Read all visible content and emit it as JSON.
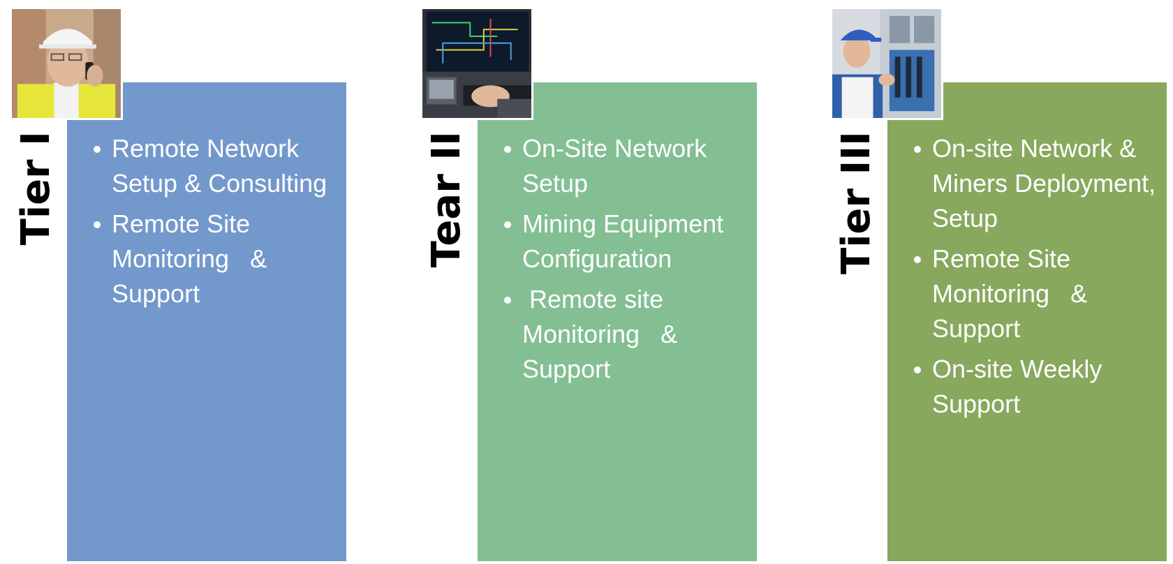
{
  "tiers": [
    {
      "label": "Tier I",
      "items": [
        "Remote Network Setup & Consulting",
        "Remote Site Monitoring   & Support"
      ]
    },
    {
      "label": "Tear II",
      "items": [
        "On-Site Network Setup",
        "Mining Equipment Configuration",
        " Remote site Monitoring   & Support"
      ]
    },
    {
      "label": "Tier III",
      "items": [
        "On-site Network & Miners Deployment, Setup",
        "Remote Site Monitoring   & Support",
        "On-site Weekly Support"
      ]
    }
  ],
  "colors": {
    "tier1_panel": "#7398cc",
    "tier2_panel": "#83bf93",
    "tier3_panel": "#88a85e",
    "label": "#000000",
    "text": "#ffffff"
  },
  "icons": {
    "tier1_photo": "engineer-on-phone-photo",
    "tier2_photo": "control-room-monitor-photo",
    "tier3_photo": "electrician-at-panel-photo"
  }
}
